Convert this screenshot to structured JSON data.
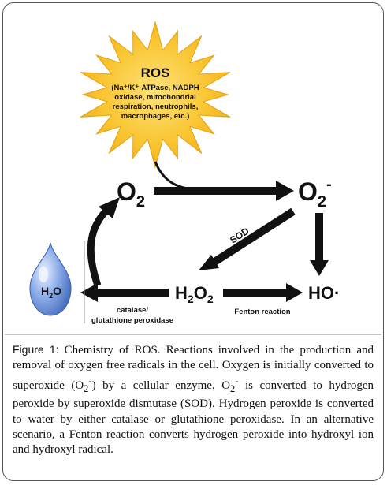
{
  "ros": {
    "title": "ROS",
    "sources": [
      "(Na⁺/K⁺-ATPase, NADPH",
      "oxidase, mitochondrial",
      "respiration, neutrophils,",
      "macrophages, etc.)"
    ]
  },
  "species": {
    "o2_base": "O",
    "o2_sub": "2",
    "superoxide_base": "O",
    "superoxide_sub": "2",
    "superoxide_sup": "-",
    "h2o2_a": "H",
    "h2o2_sub1": "2",
    "h2o2_b": "O",
    "h2o2_sub2": "2",
    "hydroxyl": "HO·",
    "water_a": "H",
    "water_sub": "2",
    "water_b": "O"
  },
  "labels": {
    "sod": "SOD",
    "catalase_line1": "catalase/",
    "catalase_line2": "glutathione peroxidase",
    "fenton": "Fenton reaction"
  },
  "caption": {
    "label": "Figure 1:",
    "p1": " Chemistry of ROS. Reactions involved in the production and removal of oxygen free radicals in the cell. Oxygen is initially converted to superoxide (O",
    "s1": "2",
    "p2": "-",
    "p3": ") by a cellular enzyme. O",
    "s2": "2",
    "p4": "-",
    "p5": " is converted to hydrogen peroxide by superoxide dismutase (SOD). Hydrogen peroxide is converted to water by either catalase or glutathione peroxidase. In an alternative scenario, a Fenton reaction converts hydrogen peroxide into hydroxyl ion and hydroxyl radical."
  },
  "colors": {
    "starburst": "#f6b81c",
    "starburst_center": "#fbd44a",
    "droplet": "#6c8fd6",
    "droplet_highlight": "#dfe8fb",
    "arrow": "#111111"
  }
}
